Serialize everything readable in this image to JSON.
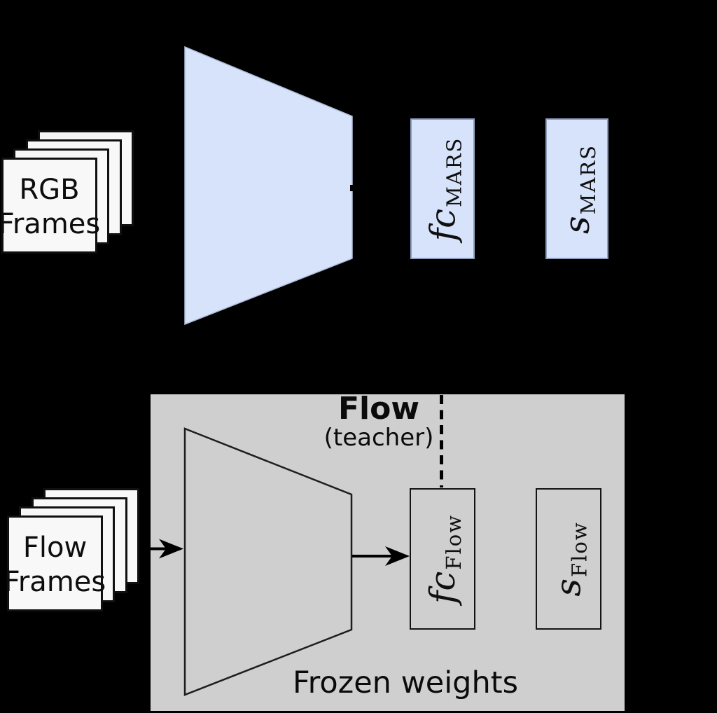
{
  "colors": {
    "background": "#000000",
    "student_fill": "#d6e3fa",
    "teacher_fill": "#cfcfcf"
  },
  "student": {
    "input_stack": {
      "line1": "RGB",
      "line2": "Frames"
    },
    "fc_box": {
      "main": "fc",
      "sub": "MARS"
    },
    "score_box": {
      "main": "s",
      "sub": "MARS"
    }
  },
  "teacher": {
    "title": "Flow",
    "subtitle": "(teacher)",
    "footer": "Frozen weights",
    "input_stack": {
      "line1": "Flow",
      "line2": "Frames"
    },
    "fc_box": {
      "main": "fc",
      "sub": "Flow"
    },
    "score_box": {
      "main": "s",
      "sub": "Flow"
    }
  }
}
